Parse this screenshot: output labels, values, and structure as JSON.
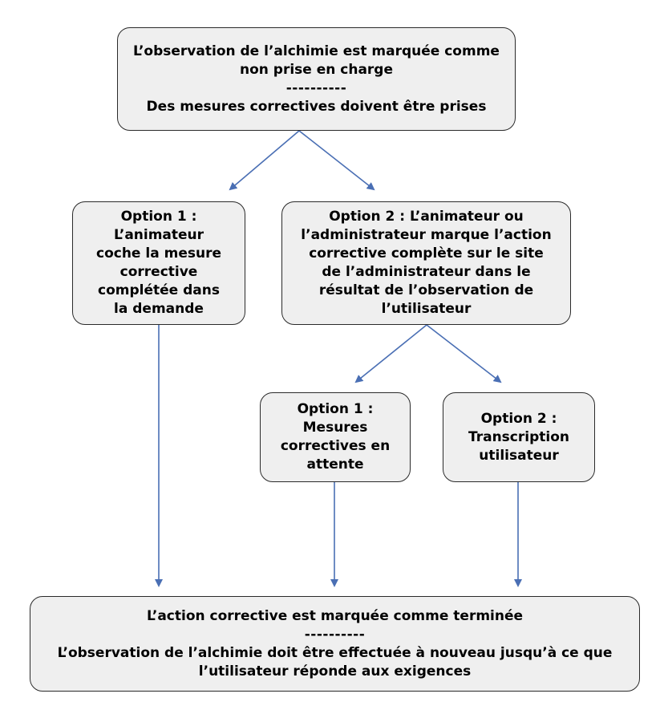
{
  "colors": {
    "box_fill": "#efefef",
    "box_border": "#2a2a2a",
    "arrow": "#4a6fb4"
  },
  "top_box": {
    "line1": "L’observation de l’alchimie est marquée comme",
    "line2": "non prise en charge",
    "separator": "----------",
    "line3": "Des mesures correctives doivent être prises"
  },
  "option1": {
    "line1": "Option 1 :",
    "line2": "L’animateur",
    "line3": "coche la mesure",
    "line4": "corrective",
    "line5": "complétée dans",
    "line6": "la demande"
  },
  "option2": {
    "line1": "Option 2 : L’animateur ou",
    "line2": "l’administrateur marque l’action",
    "line3": "corrective complète sur le site",
    "line4": "de l’administrateur dans le",
    "line5": "résultat de l’observation de",
    "line6": "l’utilisateur"
  },
  "sub_option1": {
    "line1": "Option 1 :",
    "line2": "Mesures",
    "line3": "correctives en",
    "line4": "attente"
  },
  "sub_option2": {
    "line1": "Option 2 :",
    "line2": "Transcription",
    "line3": "utilisateur"
  },
  "bottom_box": {
    "line1": "L’action corrective est marquée comme terminée",
    "separator": "----------",
    "line2": "L’observation de l’alchimie doit être effectuée à nouveau jusqu’à ce que",
    "line3": "l’utilisateur réponde aux exigences"
  }
}
